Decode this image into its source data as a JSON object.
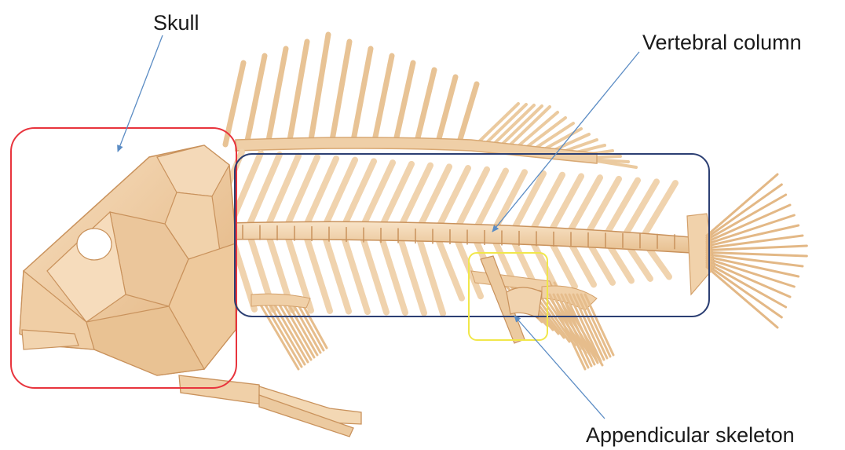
{
  "labels": {
    "skull": "Skull",
    "vertebral": "Vertebral column",
    "appendicular": "Appendicular skeleton"
  },
  "colors": {
    "bone": "#f2d1ac",
    "bone_dark": "#dcae7c",
    "bone_edge": "#c9925c",
    "skull_box": "#e8343d",
    "vertebral_box": "#2c3f73",
    "appendicular_box": "#f1e74a",
    "arrow": "#5b8cc4"
  }
}
